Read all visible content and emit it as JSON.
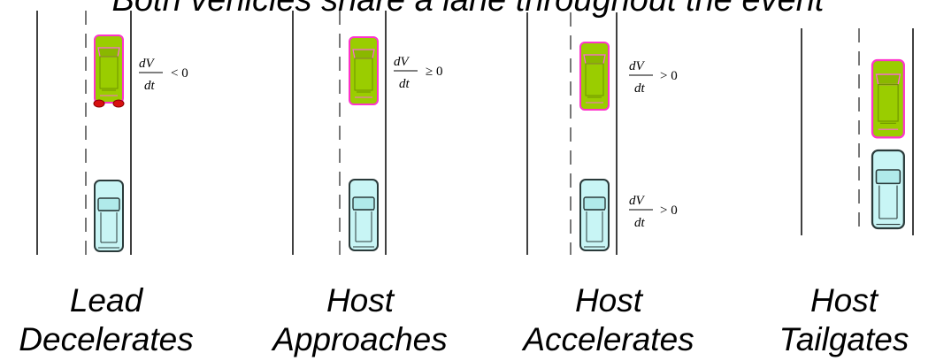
{
  "title": "Both vehicles share a lane throughout the event",
  "colors": {
    "lead_body": "#9acd00",
    "lead_outline": "#ff33cc",
    "host_body": "#c8f5f5",
    "host_outline": "#2a3a3a",
    "brake_light": "#d81010"
  },
  "scenarios": [
    {
      "caption_line1": "Lead",
      "caption_line2": "Decelerates",
      "lead_equation": {
        "numerator": "dV",
        "denominator": "dt",
        "relation": "< 0"
      },
      "brake_lights_on": true
    },
    {
      "caption_line1": "Host",
      "caption_line2": "Approaches",
      "lead_equation": {
        "numerator": "dV",
        "denominator": "dt",
        "relation": "≥ 0"
      },
      "brake_lights_on": false
    },
    {
      "caption_line1": "Host",
      "caption_line2": "Accelerates",
      "lead_equation": {
        "numerator": "dV",
        "denominator": "dt",
        "relation": "> 0"
      },
      "host_equation": {
        "numerator": "dV",
        "denominator": "dt",
        "relation": "> 0"
      },
      "brake_lights_on": false
    },
    {
      "caption_line1": "Host",
      "caption_line2": "Tailgates",
      "brake_lights_on": false
    }
  ]
}
